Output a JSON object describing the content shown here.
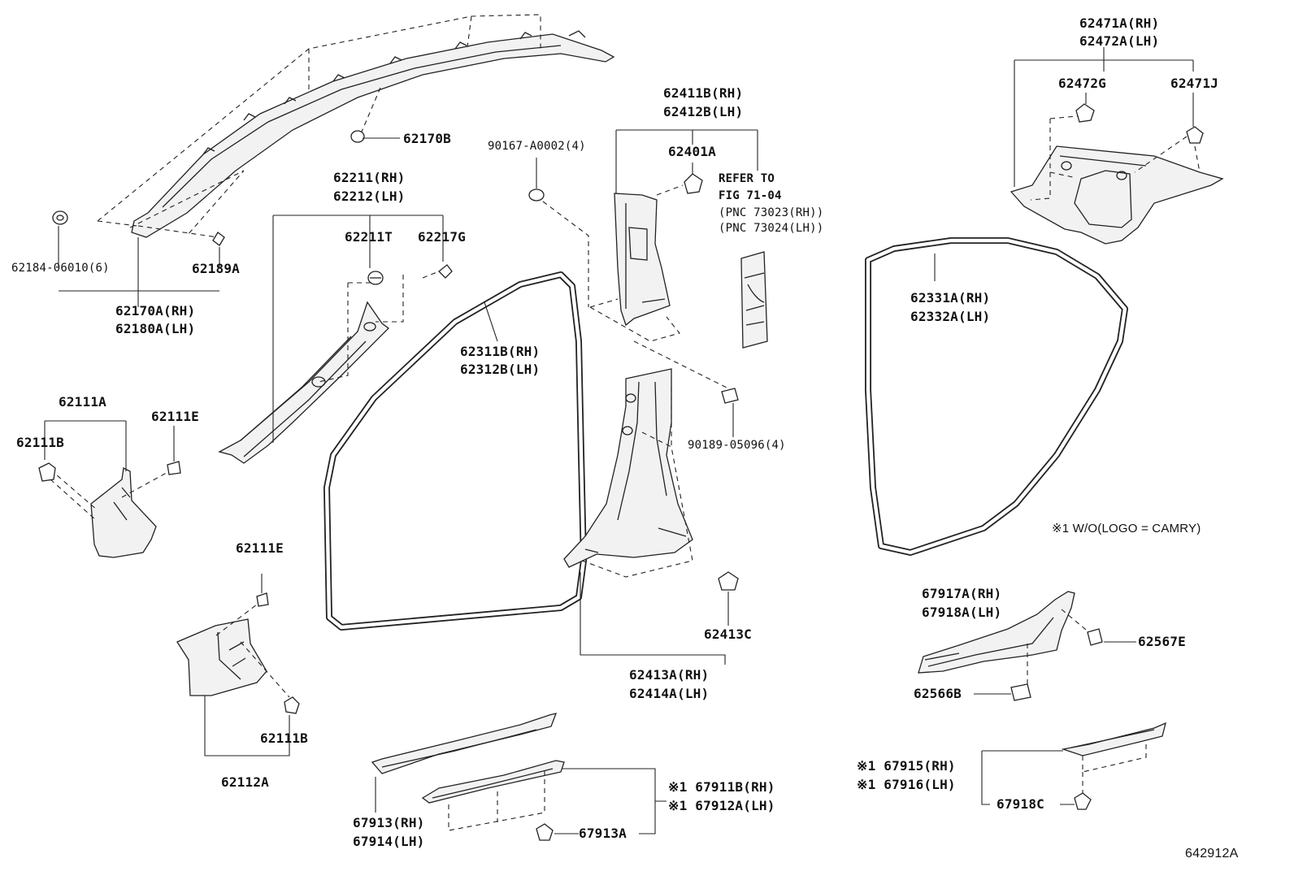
{
  "diagram": {
    "labels": {
      "p62170B": "62170B",
      "p62184": "62184-06010(6)",
      "p62189A": "62189A",
      "p62170A": "62170A(RH)",
      "p62180A": "62180A(LH)",
      "p62211": "62211(RH)",
      "p62212": "62212(LH)",
      "p62211T": "62211T",
      "p62217G": "62217G",
      "p62111A": "62111A",
      "p62111B_top": "62111B",
      "p62111E_top": "62111E",
      "p62111E_mid": "62111E",
      "p62111B_low": "62111B",
      "p62112A": "62112A",
      "p62311B": "62311B(RH)",
      "p62312B": "62312B(LH)",
      "p90167": "90167-A0002(4)",
      "p62411B": "62411B(RH)",
      "p62412B": "62412B(LH)",
      "p62401A": "62401A",
      "refer1": "REFER TO",
      "refer2": "FIG 71-04",
      "refer3": "(PNC 73023(RH))",
      "refer4": "(PNC 73024(LH))",
      "p90189": "90189-05096(4)",
      "p62413C": "62413C",
      "p62413A": "62413A(RH)",
      "p62414A": "62414A(LH)",
      "p62471A": "62471A(RH)",
      "p62472A": "62472A(LH)",
      "p62472G": "62472G",
      "p62471J": "62471J",
      "p62331A": "62331A(RH)",
      "p62332A": "62332A(LH)",
      "note": "※1 W/O(LOGO = CAMRY)",
      "p67917A": "67917A(RH)",
      "p67918A": "67918A(LH)",
      "p62567E": "62567E",
      "p62566B": "62566B",
      "p67915": "※1 67915(RH)",
      "p67916": "※1 67916(LH)",
      "p67918C": "67918C",
      "p67913": "67913(RH)",
      "p67914": "67914(LH)",
      "p67911B": "※1 67911B(RH)",
      "p67912A": "※1 67912A(LH)",
      "p67913A": "67913A",
      "figure_id": "642912A"
    }
  }
}
